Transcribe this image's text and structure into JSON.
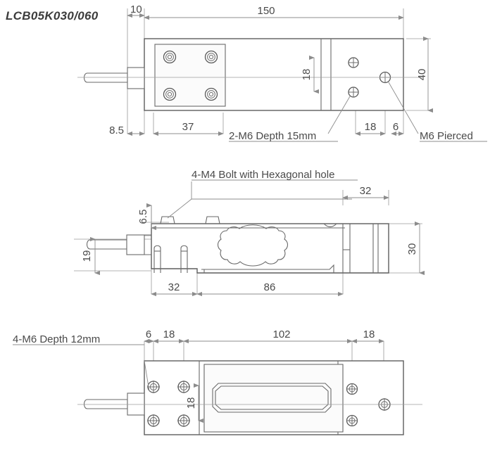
{
  "document": {
    "type": "engineering-dimensional-drawing",
    "part_title": "LCB05K030/060",
    "units": "mm",
    "background_color": "#ffffff",
    "line_color": "#5d5d5d",
    "dimension_color": "#8c8c8c",
    "text_color": "#4a4a4a"
  },
  "views": {
    "top": {
      "name": "top-view",
      "dimensions": {
        "d_10": "10",
        "d_150": "150",
        "d_40": "40",
        "d_18_vertical": "18",
        "d_8_5": "8.5",
        "d_37": "37",
        "d_18_horizontal": "18",
        "d_6": "6"
      },
      "notes": {
        "note_2m6": "2-M6 Depth 15mm",
        "note_m6_pierced": "M6 Pierced"
      }
    },
    "side": {
      "name": "side-view",
      "dimensions": {
        "d_6_5": "6.5",
        "d_19": "19",
        "d_32_left": "32",
        "d_86": "86",
        "d_32_right": "32",
        "d_30": "30"
      },
      "notes": {
        "note_4m4": "4-M4 Bolt with Hexagonal hole"
      }
    },
    "bottom": {
      "name": "bottom-view",
      "dimensions": {
        "d_6": "6",
        "d_18_first": "18",
        "d_102": "102",
        "d_18_last": "18",
        "d_18_vertical": "18"
      },
      "notes": {
        "note_4m6": "4-M6 Depth 12mm"
      }
    }
  }
}
